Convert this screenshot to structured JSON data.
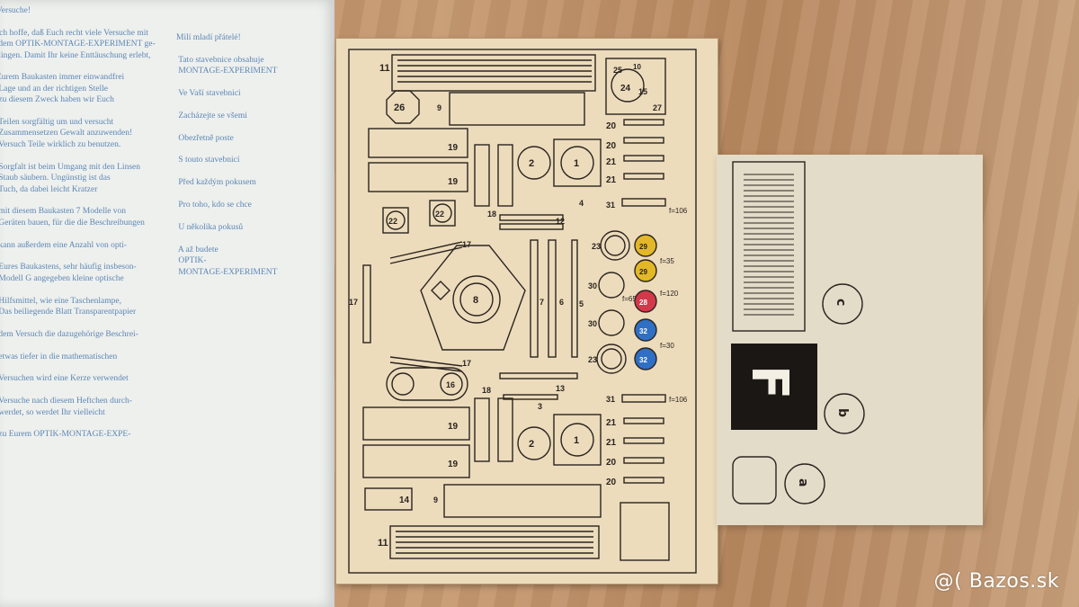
{
  "left_page": {
    "column_1": "Versuche!\n\nIch hoffe, daß Euch recht viele Versuche mit\n dem OPTIK-MONTAGE-EXPERIMENT ge-\n lingen. Damit Ihr keine Enttäuschung erlebt,\n\nEurem Baukasten immer einwandfrei\n Lage und an der richtigen Stelle\n zu diesem Zweck haben wir Euch\n\n Teilen sorgfältig um und versucht\n Zusammensetzen Gewalt anzuwenden!\n Versuch Teile wirklich zu benutzen.\n\n Sorgfalt ist beim Umgang mit den Linsen\n Staub säubern. Ungünstig ist das\n Tuch, da dabei leicht Kratzer\n\n mit diesem Baukasten 7 Modelle von\n Geräten bauen, für die die Beschreibungen\n\n kann außerdem eine Anzahl von opti-\n\n Eures Baukastens, sehr häufig insbeson-\n Modell G angegeben kleine optische\n\n Hilfsmittel, wie eine Taschenlampe,\n Das beiliegende Blatt Transparentpapier\n\n dem Versuch die dazugehörige Beschrei-\n\n etwas tiefer in die mathematischen\n\n Versuchen wird eine Kerze verwendet\n\n Versuche nach diesem Heftchen durch-\n werdet, so werdet Ihr vielleicht\n\n zu Eurem OPTIK-MONTAGE-EXPE-",
    "column_2": "Milí mladí přátelé!\n\n Tato stavebnice obsahuje\n MONTAGE-EXPERIMENT\n\n Ve Vaší stavebnici\n\n Zacházejte se všemi\n\n Obezřetně poste\n\n S touto stavebnicí\n\n Před každým pokusem\n\n Pro toho, kdo se chce\n\n U několika pokusů\n\n A až budete\n OPTIK-\n MONTAGE-EXPERIMENT"
  },
  "sheet": {
    "part_numbers": {
      "p11": "11",
      "p9": "9",
      "p26": "26",
      "p19a": "19",
      "p19b": "19",
      "p1": "1",
      "p2": "2",
      "p16": "16",
      "p12": "12",
      "p4": "4",
      "p22a": "22",
      "p22b": "22",
      "p17a": "17",
      "p17b": "17",
      "p8": "8",
      "p7": "7",
      "p6": "6",
      "p5": "5",
      "p18": "18",
      "p20": "20",
      "p21": "21",
      "p31": "31",
      "p23": "23",
      "p30": "30",
      "p3": "3",
      "p13": "13",
      "p14": "14",
      "p24": "24",
      "p25": "25",
      "p10": "10",
      "p15": "15",
      "p27": "27",
      "p28": "28",
      "p29": "29",
      "p32": "32"
    },
    "focal_labels": {
      "f106a": "f=106",
      "f35": "f=35",
      "f65": "f=65",
      "f120": "f=120",
      "f30": "f=30",
      "f106b": "f=106"
    }
  },
  "transparency": {
    "letter_f": "F",
    "circle_c": "c",
    "circle_b": "b",
    "circle_a": "a"
  },
  "watermark": "@( Bazos.sk",
  "colors": {
    "text_blue": "#5c86b4",
    "lens_yellow": "#e3b727",
    "lens_red": "#d2394a",
    "lens_blue": "#2f6fc4",
    "ink": "#2b2420"
  }
}
